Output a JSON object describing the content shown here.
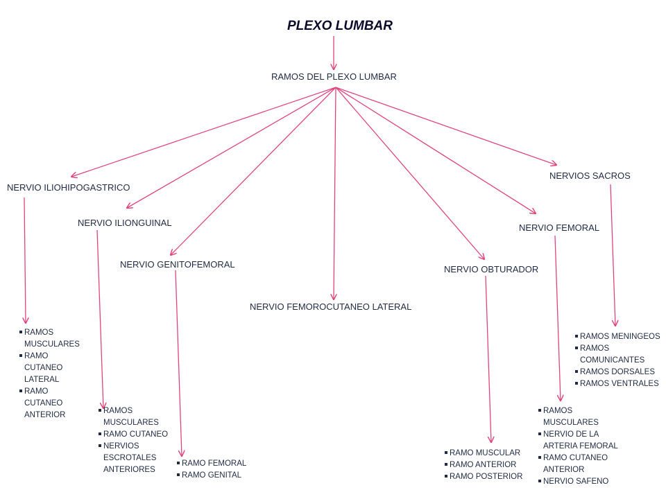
{
  "title": "PLEXO LUMBAR",
  "root": "RAMOS DEL PLEXO LUMBAR",
  "colors": {
    "arrow": "#e0457a",
    "text": "#1f2a44"
  },
  "nerves": {
    "iliohipogastrico": {
      "label": "NERVIO ILIOHIPOGASTRICO",
      "branches": [
        "RAMOS MUSCULARES",
        "RAMO CUTANEO LATERAL",
        "RAMO CUTANEO ANTERIOR"
      ]
    },
    "ilioinguinal": {
      "label": "NERVIO ILIONGUINAL",
      "branches": [
        "RAMOS MUSCULARES",
        "RAMO CUTANEO",
        "NERVIOS ESCROTALES ANTERIORES"
      ]
    },
    "genitofemoral": {
      "label": "NERVIO GENITOFEMORAL",
      "branches": [
        "RAMO FEMORAL",
        "RAMO GENITAL"
      ]
    },
    "femorocutaneo": {
      "label": "NERVIO FEMOROCUTANEO LATERAL"
    },
    "obturador": {
      "label": "NERVIO OBTURADOR",
      "branches": [
        "RAMO MUSCULAR",
        "RAMO ANTERIOR",
        "RAMO POSTERIOR"
      ]
    },
    "femoral": {
      "label": "NERVIO FEMORAL",
      "branches": [
        "RAMOS MUSCULARES",
        "NERVIO DE LA ARTERIA FEMORAL",
        "RAMO CUTANEO ANTERIOR",
        "NERVIO SAFENO"
      ]
    },
    "sacros": {
      "label": "NERVIOS SACROS",
      "branches": [
        "RAMOS MENINGEOS",
        "RAMOS COMUNICANTES",
        "RAMOS DORSALES",
        "RAMOS VENTRALES"
      ]
    }
  }
}
